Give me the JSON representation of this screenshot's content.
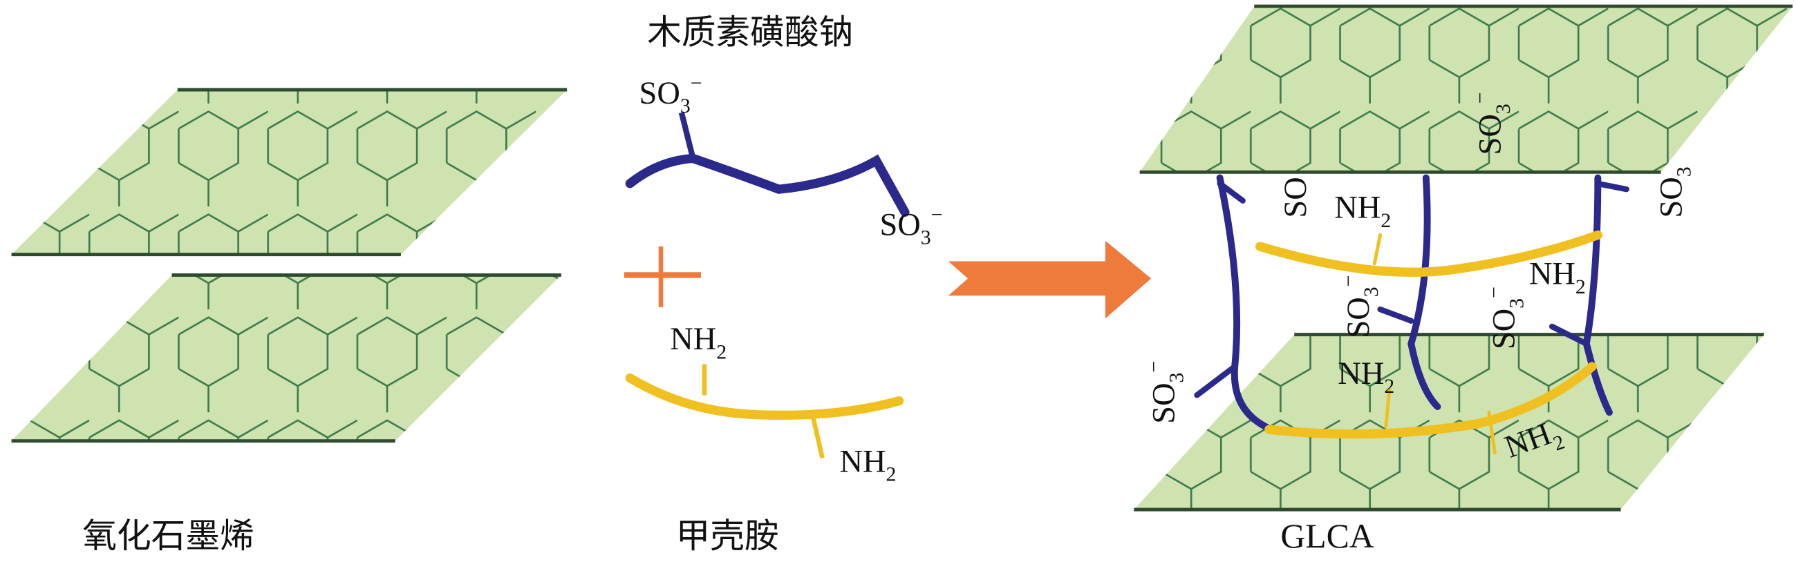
{
  "labels": {
    "graphene_oxide": "氧化石墨烯",
    "lignosulfonate": "木质素磺酸钠",
    "chitosan": "甲壳胺",
    "product": "GLCA"
  },
  "groups": {
    "sulfonate": "SO",
    "sulfonate_sub": "3",
    "sulfonate_charge": "−",
    "amine": "NH",
    "amine_sub": "2"
  },
  "colors": {
    "sheet_fill": "#cfe3b0",
    "sheet_edge": "#2f5a2f",
    "hex_line": "#3f7a4a",
    "lignin": "#2b2a8c",
    "chitosan": "#f0c020",
    "arrow": "#ee7a3c"
  }
}
